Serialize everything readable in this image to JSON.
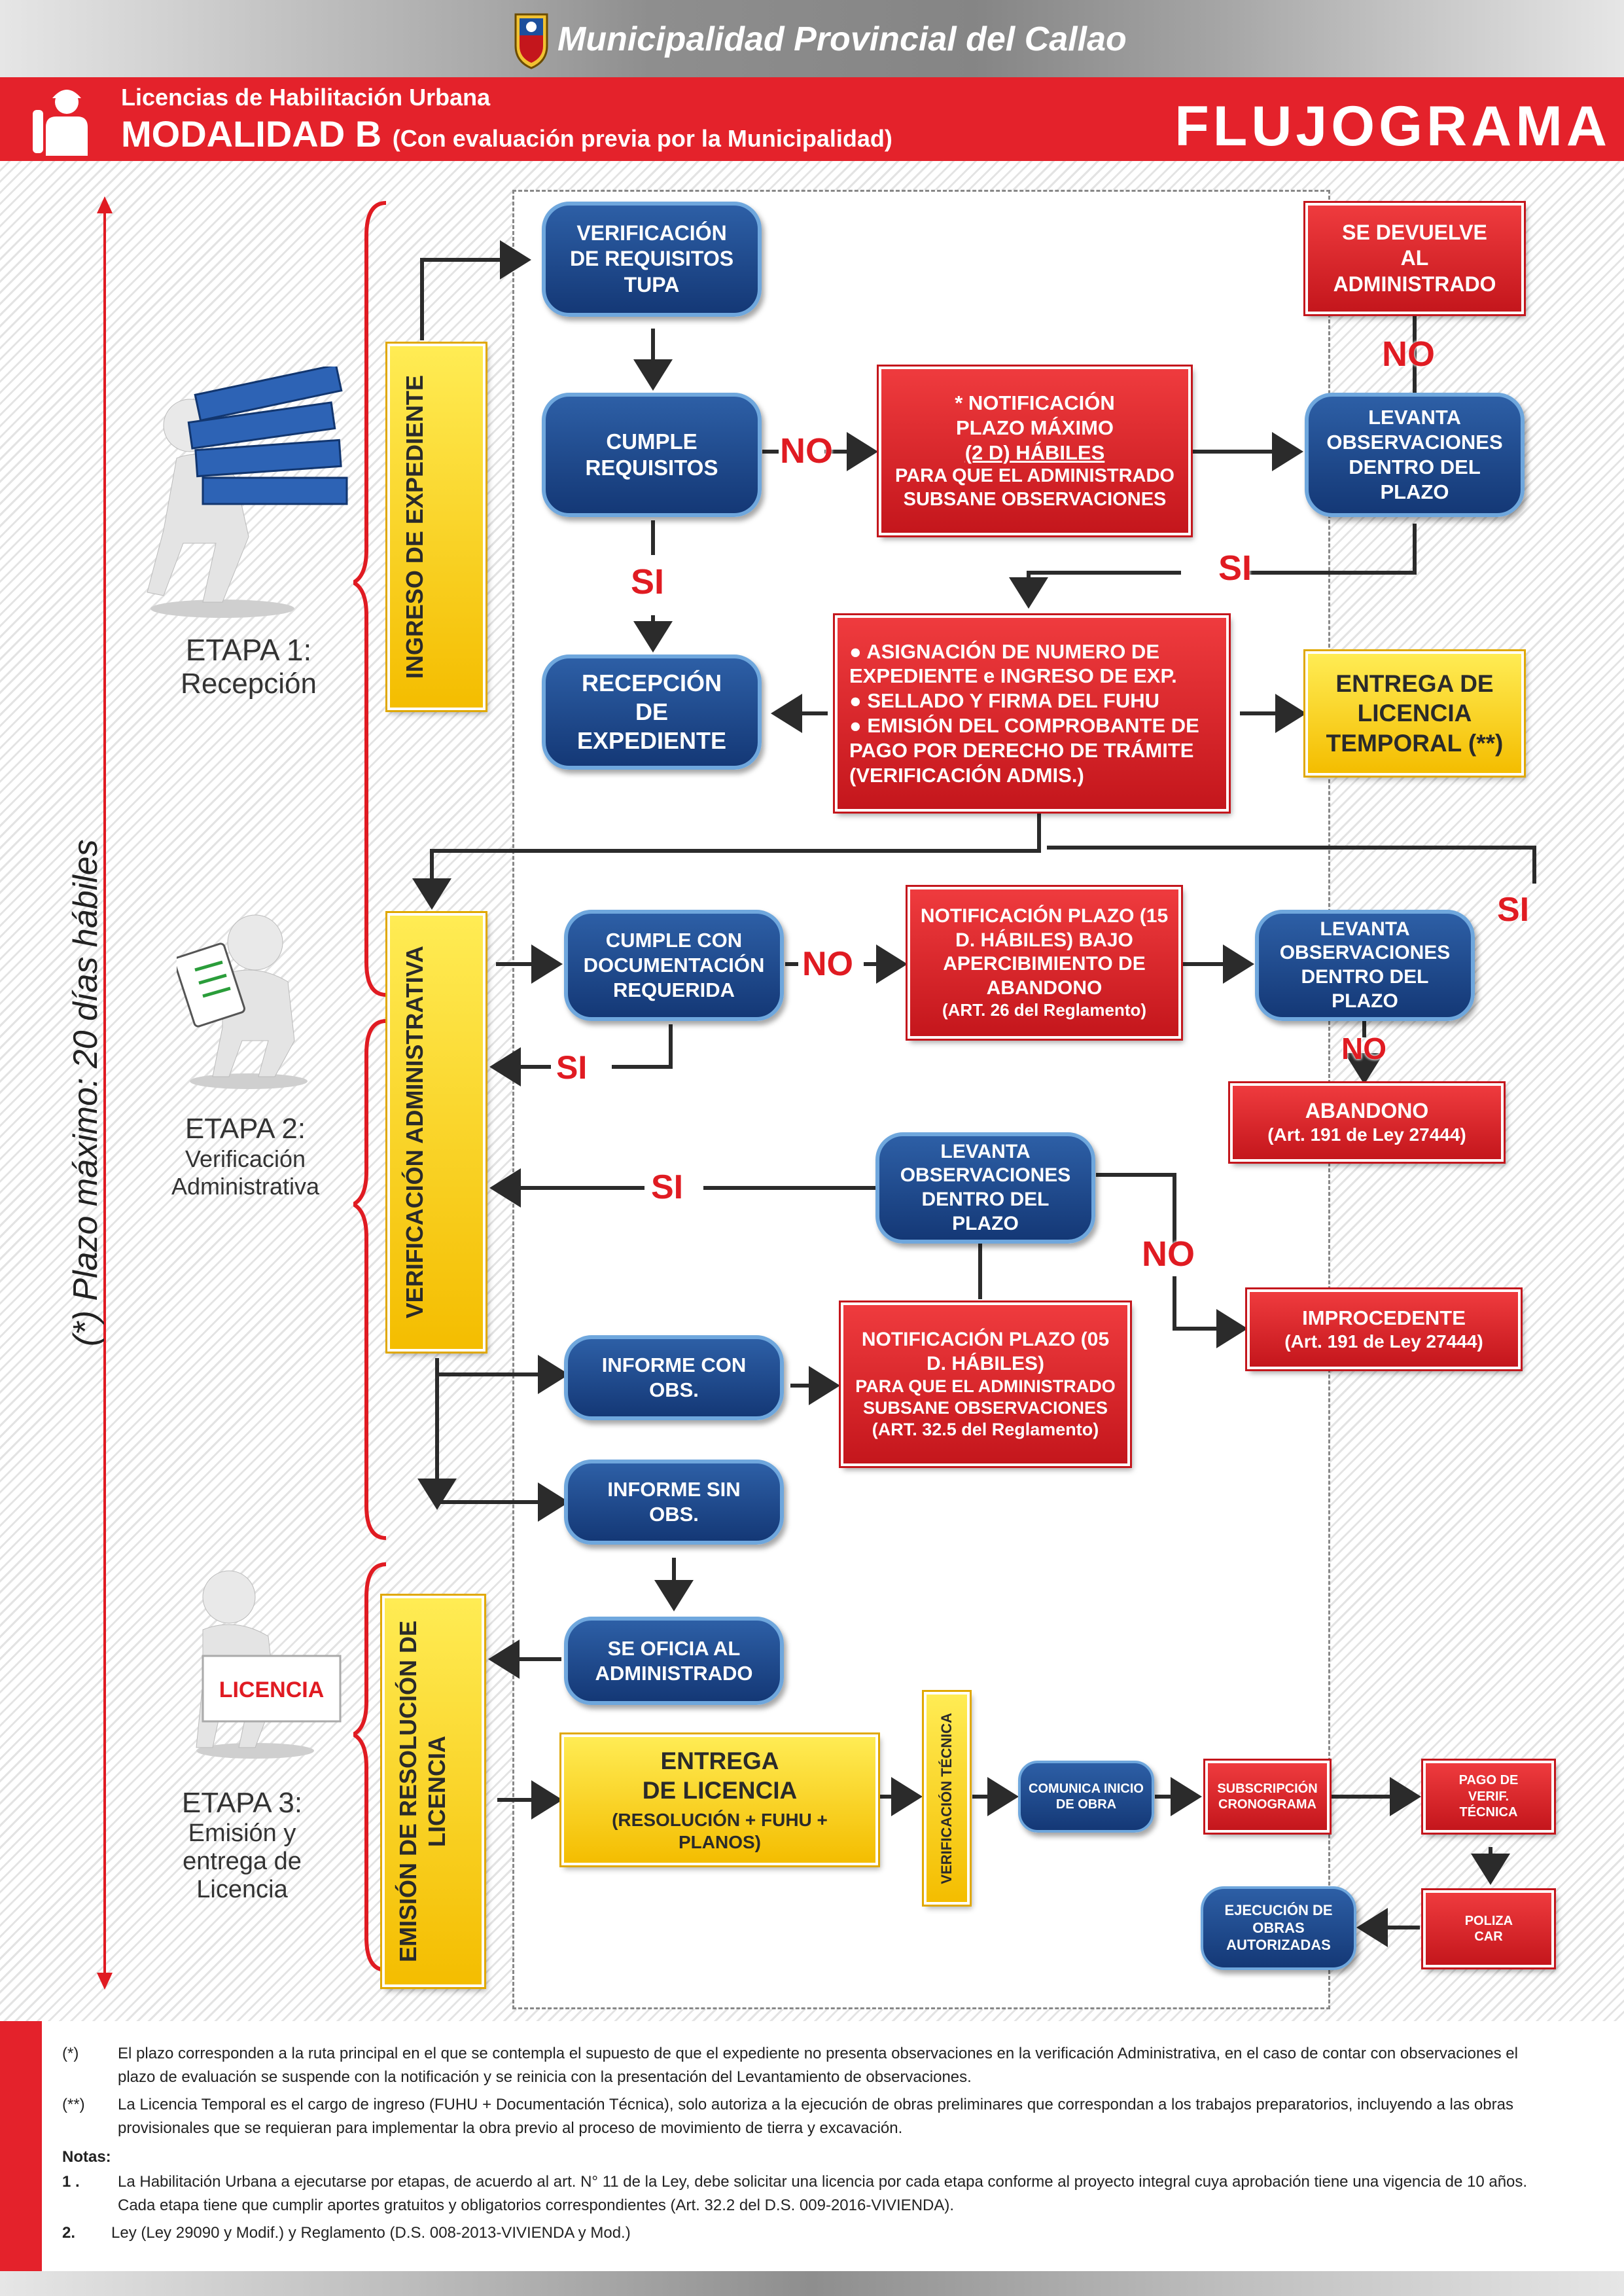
{
  "header": {
    "institution": "Municipalidad Provincial del Callao",
    "subtitle": "Licencias de Habilitación Urbana",
    "modality": "MODALIDAD B",
    "modality_note": "(Con evaluación previa por la Municipalidad)",
    "doc_type": "FLUJOGRAMA"
  },
  "timeline": {
    "label": "(*) Plazo máximo: 20 días hábiles"
  },
  "stages": [
    {
      "title": "ETAPA 1:",
      "name": "Recepción",
      "phase": "INGRESO DE EXPEDIENTE"
    },
    {
      "title": "ETAPA 2:",
      "name": "Verificación Administrativa",
      "phase": "VERIFICACIÓN ADMINISTRATIVA"
    },
    {
      "title": "ETAPA 3:",
      "name": "Emisión y entrega de Licencia",
      "phase": "EMISIÓN DE RESOLUCIÓN DE LICENCIA",
      "sign": "LICENCIA"
    }
  ],
  "nodes": {
    "verif_requisitos": "VERIFICACIÓN DE REQUISITOS TUPA",
    "cumple_requisitos": "CUMPLE REQUISITOS",
    "notif_2d_l1": "* NOTIFICACIÓN",
    "notif_2d_l2": "PLAZO MÁXIMO",
    "notif_2d_l3": "(2 D) HÁBILES",
    "notif_2d_l4": "PARA QUE EL ADMINISTRADO SUBSANE OBSERVACIONES",
    "levanta_1": "LEVANTA OBSERVACIONES DENTRO DEL PLAZO",
    "se_devuelve": "SE DEVUELVE AL ADMINISTRADO",
    "recepcion": "RECEPCIÓN DE EXPEDIENTE",
    "asignacion_items": [
      "ASIGNACIÓN DE NUMERO DE EXPEDIENTE e INGRESO DE EXP.",
      "SELLADO Y FIRMA DEL FUHU",
      "EMISIÓN DEL COMPROBANTE DE PAGO POR DERECHO DE TRÁMITE (VERIFICACIÓN ADMIS.)"
    ],
    "entrega_temporal": "ENTREGA DE LICENCIA TEMPORAL (**)",
    "cumple_doc": "CUMPLE CON DOCUMENTACIÓN REQUERIDA",
    "notif_15d": "NOTIFICACIÓN PLAZO (15 D. HÁBILES) BAJO APERCIBIMIENTO DE ABANDONO",
    "notif_15d_ref": "(ART. 26 del Reglamento)",
    "levanta_2": "LEVANTA OBSERVACIONES DENTRO DEL PLAZO",
    "abandono": "ABANDONO",
    "abandono_ref": "(Art. 191 de Ley 27444)",
    "levanta_3": "LEVANTA OBSERVACIONES DENTRO DEL PLAZO",
    "improcedente": "IMPROCEDENTE",
    "improcedente_ref": "(Art. 191 de Ley 27444)",
    "informe_con": "INFORME CON OBS.",
    "notif_05d": "NOTIFICACIÓN PLAZO (05 D. HÁBILES)",
    "notif_05d_sub": "PARA QUE EL ADMINISTRADO SUBSANE OBSERVACIONES",
    "notif_05d_ref": "(ART. 32.5 del Reglamento)",
    "informe_sin": "INFORME SIN OBS.",
    "se_oficia": "SE OFICIA AL ADMINISTRADO",
    "entrega_licencia": "ENTREGA DE LICENCIA",
    "entrega_licencia_sub": "(RESOLUCIÓN + FUHU + PLANOS)",
    "verif_tecnica": "VERIFICACIÓN TÉCNICA",
    "comunica": "COMUNICA INICIO DE OBRA",
    "subscripcion": "SUBSCRIPCIÓN CRONOGRAMA",
    "pago_verif": "PAGO DE VERIF. TÉCNICA",
    "poliza": "POLIZA CAR",
    "ejecucion": "EJECUCIÓN DE OBRAS AUTORIZADAS"
  },
  "labels": {
    "no": "NO",
    "si": "SI"
  },
  "footnotes": [
    {
      "mark": "(*)",
      "text": "El plazo corresponden a la ruta principal en el que se contempla el supuesto de que el expediente no presenta observaciones en la verificación Administrativa, en el caso de contar con observaciones el plazo de evaluación se suspende con la notificación y se reinicia con la presentación del Levantamiento de observaciones."
    },
    {
      "mark": "(**)",
      "text": "La Licencia Temporal es el cargo de ingreso (FUHU + Documentación Técnica), solo autoriza a la ejecución de obras preliminares que correspondan a los trabajos preparatorios, incluyendo a las obras provisionales que se requieran para implementar la obra previo al proceso de movimiento de tierra y excavación."
    }
  ],
  "notes_title": "Notas:",
  "notes": [
    {
      "mark": "1 .",
      "text": "La Habilitación Urbana a ejecutarse por etapas, de acuerdo al art. N° 11 de la Ley, debe solicitar  una licencia por cada etapa conforme al proyecto integral cuya aprobación tiene una vigencia de 10 años. Cada etapa tiene que cumplir aportes gratuitos y obligatorios correspondientes (Art. 32.2 del D.S. 009-2016-VIVIENDA)."
    },
    {
      "mark": "2.",
      "text": "Ley (Ley 29090 y Modif.) y Reglamento (D.S. 008-2013-VIVIENDA y Mod.)"
    }
  ]
}
